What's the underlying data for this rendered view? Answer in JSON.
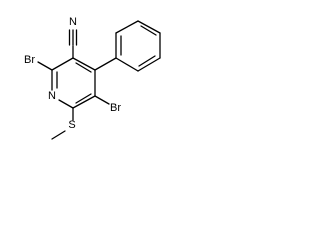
{
  "diagram": {
    "type": "chemical-structure",
    "atoms": {
      "nitrile_n": "N",
      "ring_n": "N",
      "br_c2": "Br",
      "br_c5": "Br",
      "sulfur": "S"
    }
  }
}
